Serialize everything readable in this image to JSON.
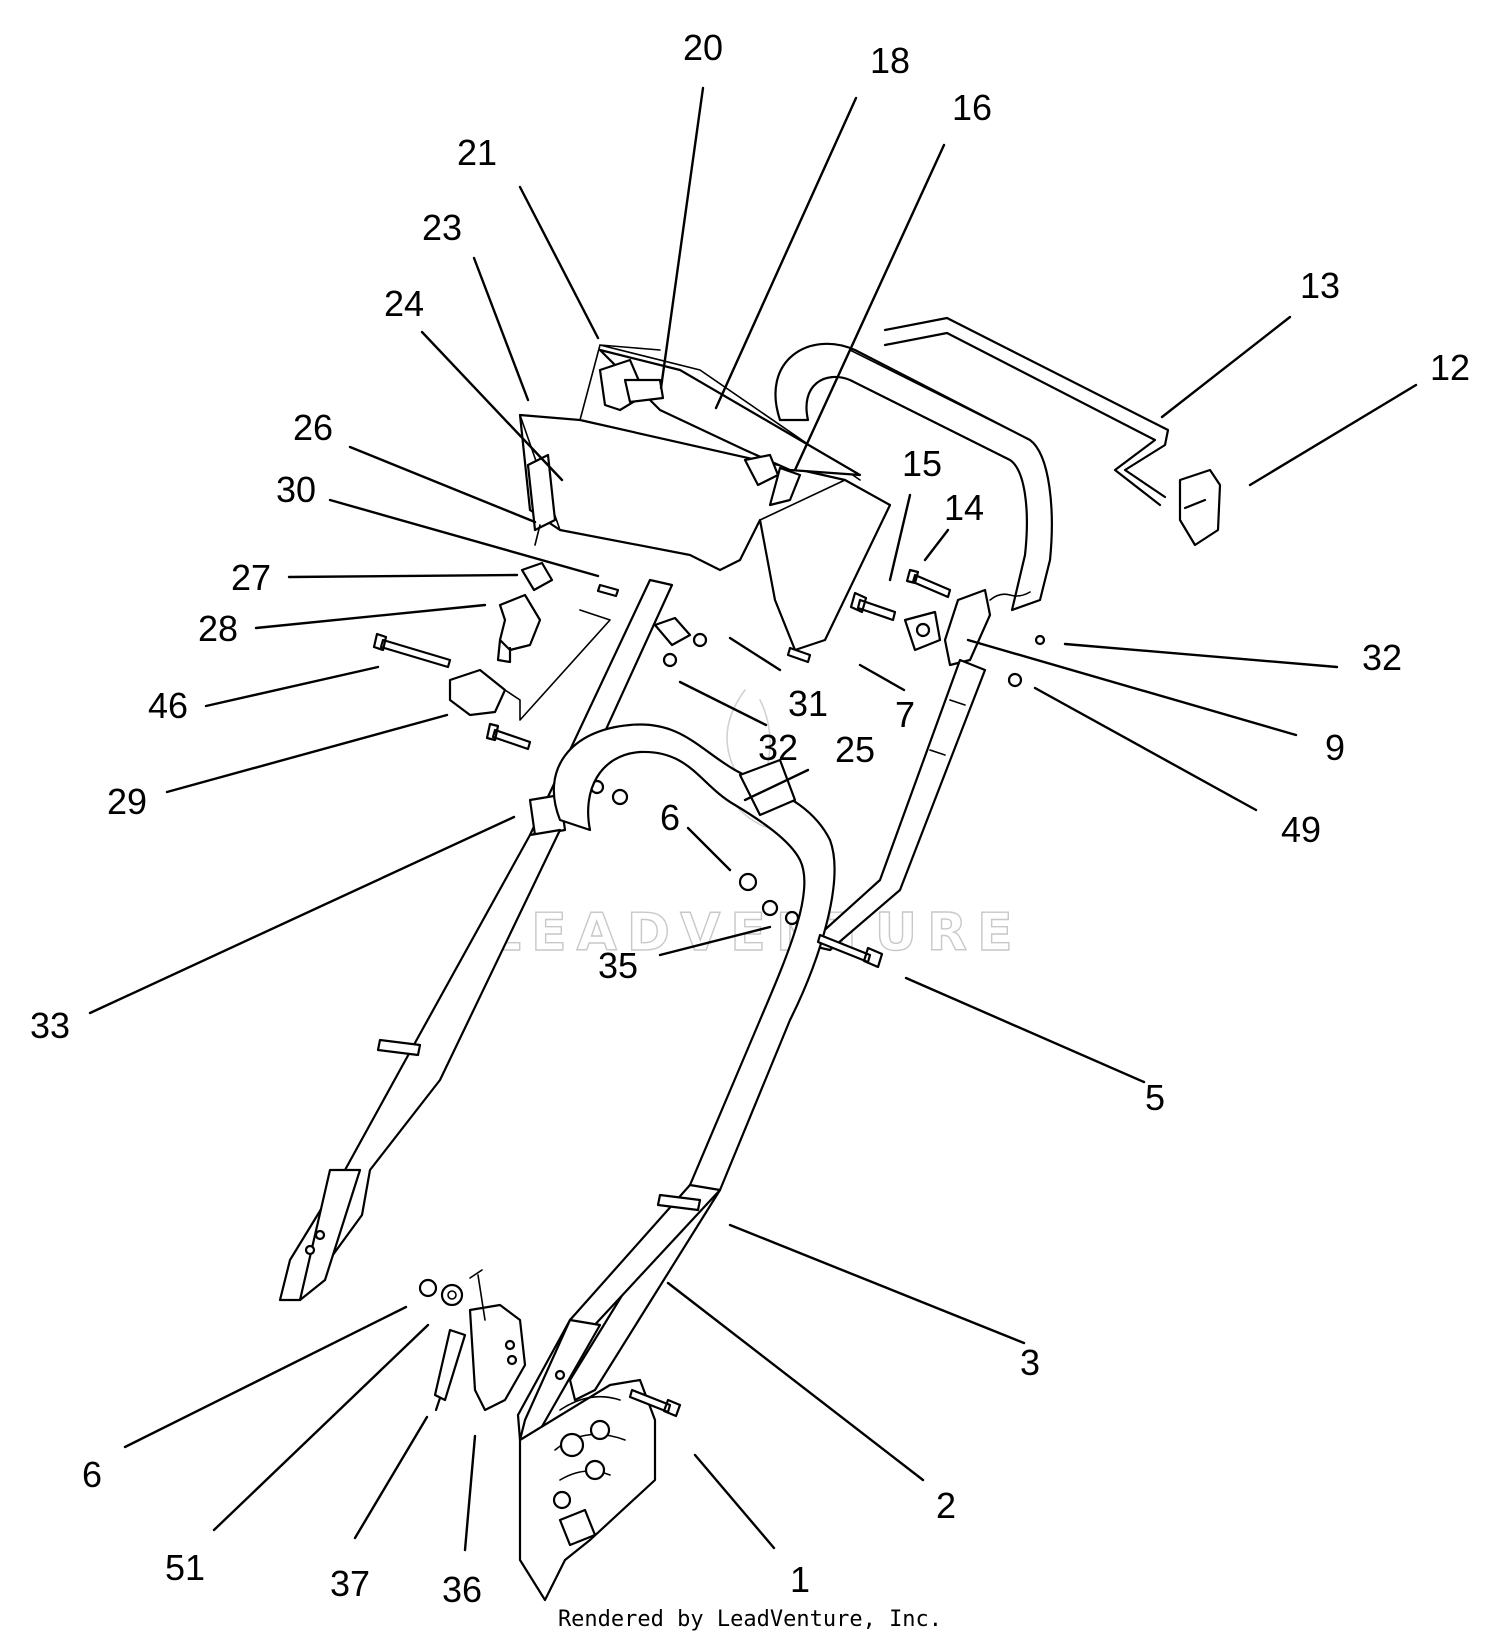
{
  "watermark": "LEADVENTURE",
  "footer": "Rendered by LeadVenture, Inc.",
  "callouts": [
    {
      "label": "20"
    },
    {
      "label": "18"
    },
    {
      "label": "16"
    },
    {
      "label": "21"
    },
    {
      "label": "23"
    },
    {
      "label": "24"
    },
    {
      "label": "13"
    },
    {
      "label": "12"
    },
    {
      "label": "26"
    },
    {
      "label": "30"
    },
    {
      "label": "15"
    },
    {
      "label": "14"
    },
    {
      "label": "27"
    },
    {
      "label": "28"
    },
    {
      "label": "32"
    },
    {
      "label": "46"
    },
    {
      "label": "31"
    },
    {
      "label": "7"
    },
    {
      "label": "32"
    },
    {
      "label": "9"
    },
    {
      "label": "25"
    },
    {
      "label": "29"
    },
    {
      "label": "6"
    },
    {
      "label": "49"
    },
    {
      "label": "33"
    },
    {
      "label": "35"
    },
    {
      "label": "5"
    },
    {
      "label": "3"
    },
    {
      "label": "6"
    },
    {
      "label": "2"
    },
    {
      "label": "51"
    },
    {
      "label": "37"
    },
    {
      "label": "36"
    },
    {
      "label": "1"
    }
  ]
}
